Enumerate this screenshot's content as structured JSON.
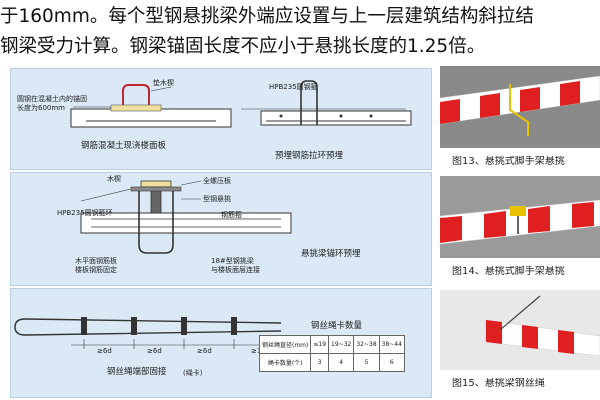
{
  "headline": {
    "line1": "于160mm。每个型钢悬挑梁外端应设置与上一层建筑结构斜拉结",
    "line2": "钢梁受力计算。钢梁锚固长度不应小于悬挑长度的1.25倍。"
  },
  "diagram1": {
    "label_anchor": "圆钢在混凝土内的锚固",
    "label_anchor2": "长度为600mm",
    "label_plate": "垫木楔",
    "label_slab": "钢筋混凝土现浇楼面板",
    "label_ring": "HPB235圆钢箍",
    "caption": "预埋钢筋拉环预埋"
  },
  "diagram2": {
    "label_top": "木楔",
    "label_bolt": "全螺压板",
    "label_beam": "型钢悬挑",
    "label_rebar": "HPB235圆钢箍环",
    "label_strip": "钢筋箍",
    "label_left": "木平面钢筋板",
    "label_left2": "楼板钢筋固定",
    "label_right": "18#型钢挑梁",
    "label_right2": "与楼板面层连接",
    "caption": "悬挑梁锚环预埋"
  },
  "diagram3": {
    "dims": [
      "≥6d",
      "≥6d",
      "≥6d",
      "≥140"
    ],
    "caption": "钢丝绳端部固接",
    "caption_note": "(绳卡)",
    "table_title": "钢丝绳卡数量",
    "table_headers": [
      "钢丝绳直径(mm)",
      "≤19",
      "19~32",
      "32~38",
      "38~44"
    ],
    "table_row": [
      "绳卡数量(个)",
      "3",
      "4",
      "5",
      "6"
    ]
  },
  "figures": [
    {
      "caption": "图13、悬挑式脚手架悬挑"
    },
    {
      "caption": "图14、悬挑式脚手架悬挑"
    },
    {
      "caption": "图15、悬挑梁钢丝绳"
    }
  ],
  "colors": {
    "panel": "#dbe9f6",
    "stripe_red": "#e02020",
    "stripe_white": "#ffffff",
    "hook_yellow": "#e6c200"
  }
}
